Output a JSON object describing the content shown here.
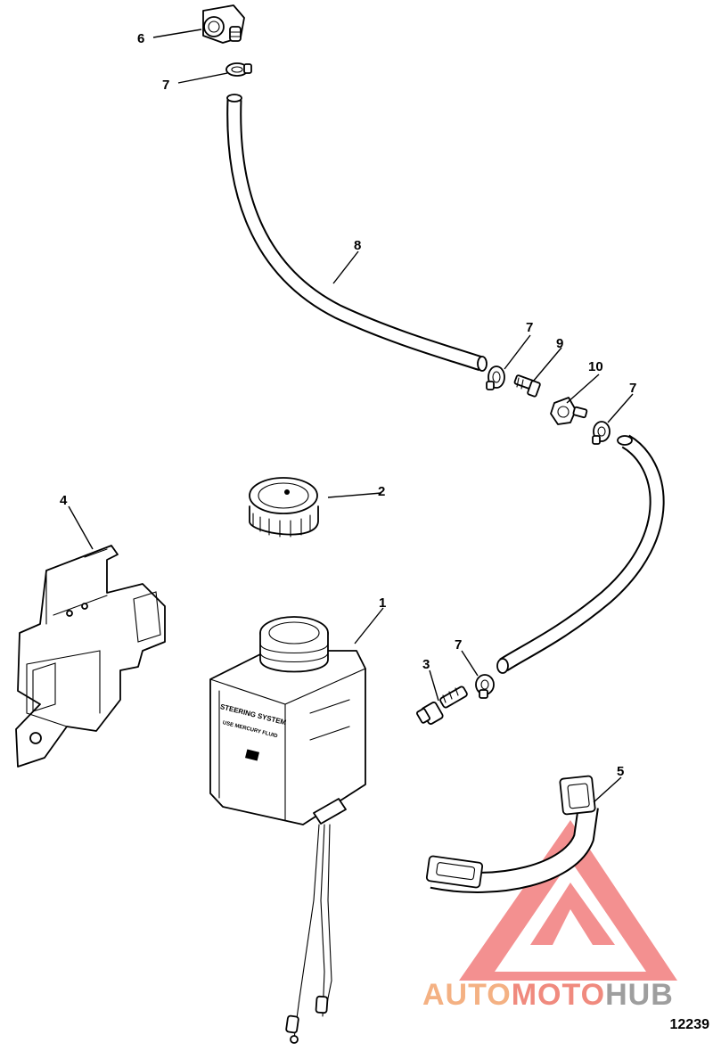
{
  "callouts": {
    "c1": "1",
    "c2": "2",
    "c3": "3",
    "c4": "4",
    "c5": "5",
    "c6": "6",
    "c7a": "7",
    "c7b": "7",
    "c7c": "7",
    "c7d": "7",
    "c8": "8",
    "c9": "9",
    "c10": "10"
  },
  "tank_label": {
    "line1": "STEERING SYSTEM",
    "line2": "USE MERCURY FLUID"
  },
  "watermark": {
    "part_auto": "AUTO",
    "part_moto": "MOTO",
    "part_hub": "HUB",
    "colors": {
      "auto": "#f4b183",
      "moto": "#f08a7e",
      "hub": "#9e9e9e",
      "logo": "#ef6b6b"
    }
  },
  "reference_number": "12239"
}
